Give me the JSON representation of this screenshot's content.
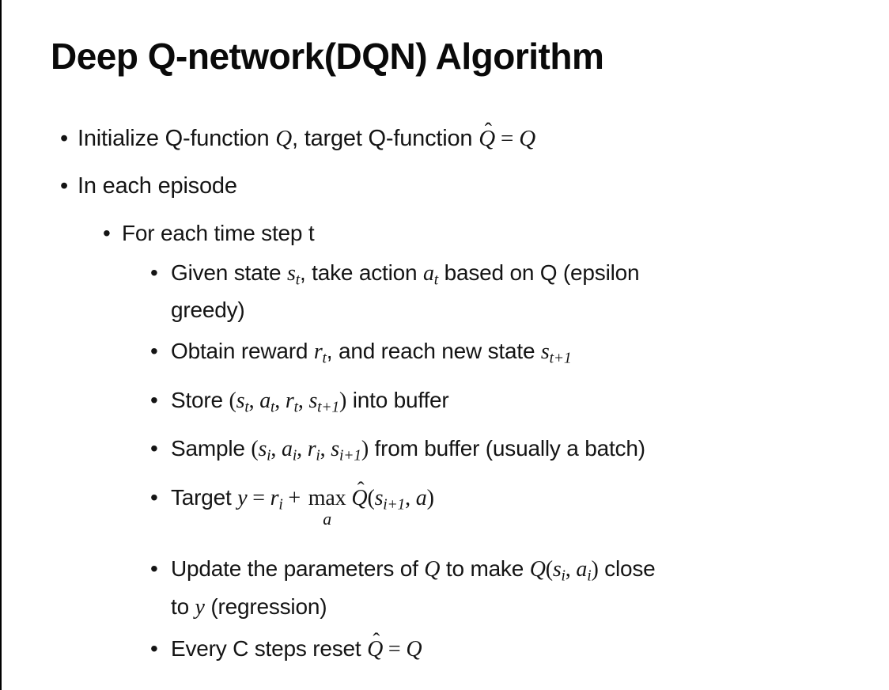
{
  "page": {
    "background": "#ffffff",
    "edge_line_color": "#000000",
    "text_color": "#141414"
  },
  "slide": {
    "title": "Deep Q-network(DQN) Algorithm",
    "bullet_char": "•",
    "hat_char": "ˆ",
    "bullets": [
      {
        "level": 1,
        "segs": [
          [
            "t",
            "Initialize Q-function "
          ],
          [
            "m",
            "Q"
          ],
          [
            "t",
            ", target Q-function "
          ],
          [
            "h",
            "Q"
          ],
          [
            "o",
            " = "
          ],
          [
            "m",
            "Q"
          ]
        ]
      },
      {
        "level": 1,
        "segs": [
          [
            "t",
            "In each episode"
          ]
        ]
      },
      {
        "level": 2,
        "segs": [
          [
            "t",
            "For each time step t"
          ]
        ]
      },
      {
        "level": 3,
        "segs": [
          [
            "t",
            "Given state "
          ],
          [
            "s",
            "s",
            "t"
          ],
          [
            "t",
            ", take action "
          ],
          [
            "s",
            "a",
            "t"
          ],
          [
            "t",
            " based on Q (epsilon"
          ],
          [
            "br"
          ],
          [
            "t",
            "greedy)"
          ]
        ]
      },
      {
        "level": 3,
        "segs": [
          [
            "t",
            "Obtain reward "
          ],
          [
            "s",
            "r",
            "t"
          ],
          [
            "t",
            ", and reach new state "
          ],
          [
            "s",
            "s",
            "t+1"
          ]
        ]
      },
      {
        "level": 3,
        "segs": [
          [
            "t",
            "Store "
          ],
          [
            "o",
            "("
          ],
          [
            "s",
            "s",
            "t"
          ],
          [
            "o",
            ", "
          ],
          [
            "s",
            "a",
            "t"
          ],
          [
            "o",
            ", "
          ],
          [
            "s",
            "r",
            "t"
          ],
          [
            "o",
            ", "
          ],
          [
            "s",
            "s",
            "t+1"
          ],
          [
            "o",
            ")"
          ],
          [
            "t",
            " into buffer"
          ]
        ]
      },
      {
        "level": 3,
        "segs": [
          [
            "t",
            "Sample "
          ],
          [
            "o",
            "("
          ],
          [
            "s",
            "s",
            "i"
          ],
          [
            "o",
            ", "
          ],
          [
            "s",
            "a",
            "i"
          ],
          [
            "o",
            ", "
          ],
          [
            "s",
            "r",
            "i"
          ],
          [
            "o",
            ", "
          ],
          [
            "s",
            "s",
            "i+1"
          ],
          [
            "o",
            ")"
          ],
          [
            "t",
            " from buffer (usually a batch)"
          ]
        ]
      },
      {
        "level": 3,
        "extra_space": true,
        "segs": [
          [
            "t",
            "Target "
          ],
          [
            "m",
            "y"
          ],
          [
            "o",
            " = "
          ],
          [
            "s",
            "r",
            "i"
          ],
          [
            "o",
            " + "
          ],
          [
            "x",
            "max",
            "a"
          ],
          [
            "h",
            "Q"
          ],
          [
            "o",
            "("
          ],
          [
            "s",
            "s",
            "i+1"
          ],
          [
            "o",
            ", "
          ],
          [
            "m",
            "a"
          ],
          [
            "o",
            ")"
          ]
        ]
      },
      {
        "level": 3,
        "segs": [
          [
            "t",
            "Update the parameters of "
          ],
          [
            "m",
            "Q"
          ],
          [
            "t",
            " to make "
          ],
          [
            "m",
            "Q"
          ],
          [
            "o",
            "("
          ],
          [
            "s",
            "s",
            "i"
          ],
          [
            "o",
            ", "
          ],
          [
            "s",
            "a",
            "i"
          ],
          [
            "o",
            ")"
          ],
          [
            "t",
            " close"
          ],
          [
            "br"
          ],
          [
            "t",
            "to "
          ],
          [
            "m",
            "y"
          ],
          [
            "t",
            " (regression)"
          ]
        ]
      },
      {
        "level": 3,
        "segs": [
          [
            "t",
            "Every C steps reset "
          ],
          [
            "h",
            "Q"
          ],
          [
            "o",
            " = "
          ],
          [
            "m",
            "Q"
          ]
        ]
      }
    ]
  }
}
